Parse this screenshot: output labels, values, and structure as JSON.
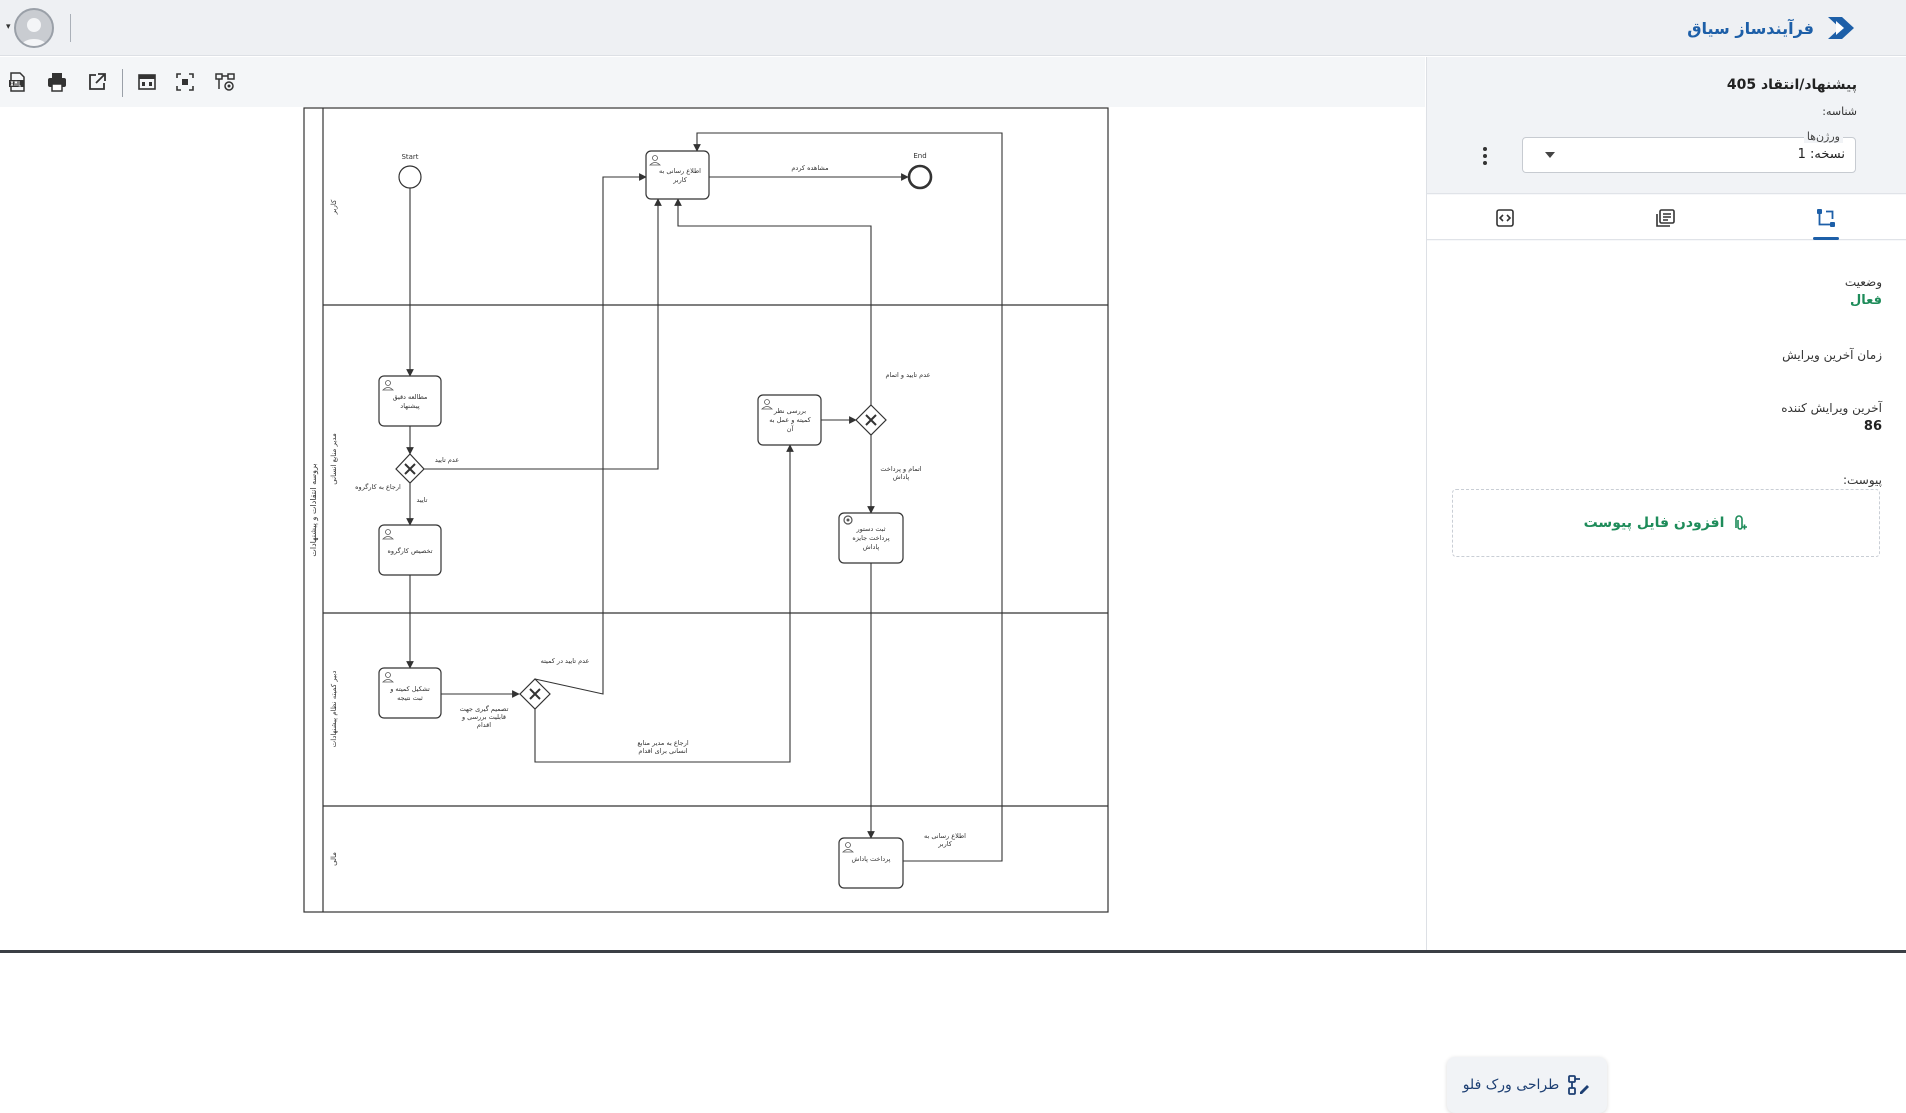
{
  "header": {
    "brand_name": "فرآیندساز سیاق"
  },
  "process": {
    "title": "پیشنهاد/انتقاد 405",
    "id_label": "شناسه:",
    "versions_label": "ورژن‌ها",
    "version_value": "نسخه: 1"
  },
  "details": {
    "status_label": "وضعیت",
    "status_value": "فعال",
    "last_edit_time_label": "زمان آخرین ویرایش",
    "last_editor_label": "آخرین ویرایش کننده",
    "last_editor_value": "86",
    "attachment_label": "پیوست:",
    "add_attachment_label": "افزودن فایل پیوست"
  },
  "actions": {
    "workflow_design_label": "طراحی ورک فلو"
  },
  "colors": {
    "brand": "#1d5fa8",
    "status_active": "#1e8c5a",
    "attach": "#1e8c5a"
  },
  "diagram": {
    "pool_label": "بروسه انتقادات و پیشنهادات",
    "lanes": [
      "کاربر",
      "مدیر منابع انسانی",
      "دبیر کمیته نظام پیشنهادات",
      "مالی"
    ],
    "events": {
      "start": "Start",
      "end": "End"
    },
    "tasks": {
      "inform_user": [
        "اطلاع رسانی به",
        "کاربر"
      ],
      "study": [
        "مطالعه دقیق",
        "پیشنهاد"
      ],
      "assign": [
        "تخصیص کارگروه"
      ],
      "committee": [
        "تشکیل کمیته و",
        "ثبت نتیجه"
      ],
      "review": [
        "بررسی نظر",
        "کمیته و عمل به",
        "آن"
      ],
      "record_reward": [
        "ثبت دستور",
        "پرداخت جایزه",
        "پاداش"
      ],
      "pay_reward": [
        "پرداخت پاداش"
      ]
    },
    "flows": {
      "seen": "مشاهده کردم",
      "not_approved": "عدم تایید",
      "refer_group": "ارجاع به کارگروه",
      "approved": "تایید",
      "not_approved_committee": "عدم تایید در کمیته",
      "decision": [
        "تصمیم گیری جهت",
        "قابلیت بررسی و",
        "اقدام"
      ],
      "refer_hr": [
        "ارجاع به مدیر منابع",
        "انسانی برای اقدام"
      ],
      "not_approved_end": "عدم تایید و اتمام",
      "finish_pay": [
        "اتمام و پرداخت",
        "پاداش"
      ],
      "inform_user2": [
        "اطلاع رسانی به",
        "کاربر"
      ]
    }
  }
}
